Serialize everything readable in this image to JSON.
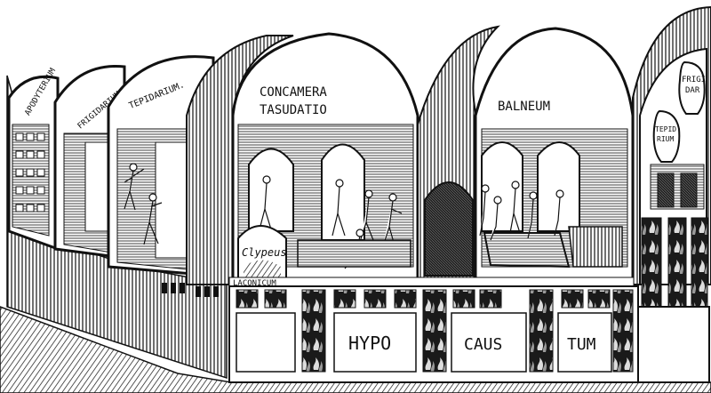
{
  "labels": {
    "apodyterium": "APODYTERIUM",
    "frigidarium": "FRIGIDARIUM",
    "tepidarium": "TEPIDARIUM.",
    "concamera_line1": "CONCAMERA",
    "concamera_line2": "TASUDATIO",
    "balneum": "BALNEUM",
    "frigidar_line1": "FRIGI",
    "frigidar_line2": "DAR",
    "tepidarium_vase_line1": "TEPID",
    "tepidarium_vase_line2": "RIUM",
    "clypeus": "Clypeus",
    "laconicum": "LACONICUM",
    "hypo": "HYPO",
    "caus": "CAUS",
    "tum": "TUM"
  },
  "colors": {
    "ink": "#111111",
    "paper": "#ffffff",
    "shade": "#555555"
  }
}
